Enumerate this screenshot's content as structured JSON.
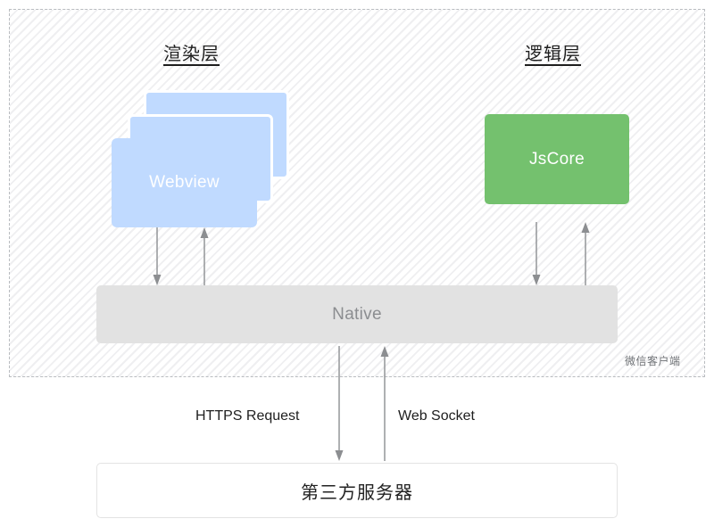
{
  "diagram": {
    "title": "",
    "client_container": {
      "label": "微信客户端"
    },
    "sections": [
      {
        "id": "render",
        "title": "渲染层"
      },
      {
        "id": "logic",
        "title": "逻辑层"
      }
    ],
    "nodes": [
      {
        "id": "webview",
        "label": "Webview",
        "stacked": 3,
        "color": "#c0daff",
        "text_color": "#ffffff"
      },
      {
        "id": "jscore",
        "label": "JsCore",
        "color": "#74c16e",
        "text_color": "#ffffff"
      },
      {
        "id": "native",
        "label": "Native",
        "color": "#e2e2e2",
        "text_color": "#8b8d90"
      },
      {
        "id": "server",
        "label": "第三方服务器",
        "color": "#ffffff",
        "text_color": "#222222"
      }
    ],
    "connections": [
      {
        "from": "webview",
        "to": "native",
        "direction": "down",
        "label": ""
      },
      {
        "from": "native",
        "to": "webview",
        "direction": "up",
        "label": ""
      },
      {
        "from": "jscore",
        "to": "native",
        "direction": "down",
        "label": ""
      },
      {
        "from": "native",
        "to": "jscore",
        "direction": "up",
        "label": ""
      },
      {
        "from": "native",
        "to": "server",
        "direction": "down",
        "label": "HTTPS Request"
      },
      {
        "from": "server",
        "to": "native",
        "direction": "up",
        "label": "Web Socket"
      }
    ],
    "labels": {
      "https_request": "HTTPS Request",
      "web_socket": "Web Socket"
    },
    "colors": {
      "webview": "#c0daff",
      "jscore": "#74c16e",
      "native": "#e2e2e2",
      "server_border": "#e3e3e3",
      "arrow": "#8c8e91",
      "dashed_border": "#b9bcc0",
      "hatch": "#efeff1"
    }
  }
}
